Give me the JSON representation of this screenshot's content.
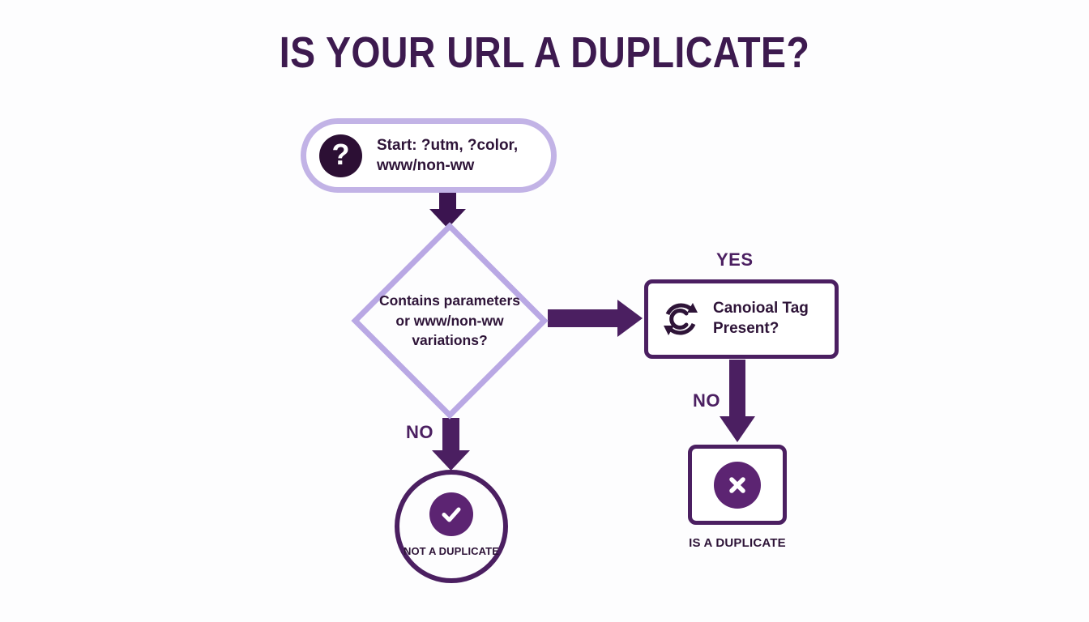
{
  "page": {
    "title": "IS YOUR URL A DUPLICATE?",
    "background_color": "#fdfdfe",
    "accent_dark": "#4b1f61",
    "accent_light": "#b9a8e4",
    "ink": "#2e1438"
  },
  "flowchart": {
    "type": "decision-flowchart",
    "nodes": {
      "start": {
        "id": "start",
        "shape": "pill",
        "icon": "question-mark-icon",
        "text": "Start: ?utm, ?color, www/non-ww",
        "line1": "Start: ?utm, ?color,",
        "line2": "www/non-ww",
        "border_color": "#c2b3e6"
      },
      "decision": {
        "id": "decision",
        "shape": "diamond",
        "text": "Contains parameters or www/non-ww variations?",
        "border_color": "#b9a8e4"
      },
      "canonical": {
        "id": "canonical",
        "shape": "rounded-rect",
        "icon": "sync-refresh-icon",
        "text": "Canoioal Tag Present?",
        "line1": "Canoioal Tag",
        "line2": "Present?",
        "border_color": "#4b1f61"
      },
      "not_duplicate": {
        "id": "not_duplicate",
        "shape": "circle",
        "icon": "check-circle-icon",
        "label": "NOT A DUPLICATE",
        "border_color": "#4b1f61"
      },
      "is_duplicate": {
        "id": "is_duplicate",
        "shape": "rounded-rect",
        "icon": "x-circle-icon",
        "label": "IS A DUPLICATE",
        "border_color": "#4b1f61"
      }
    },
    "edges": [
      {
        "from": "start",
        "to": "decision",
        "label": "",
        "direction": "down"
      },
      {
        "from": "decision",
        "to": "canonical",
        "label": "YES",
        "direction": "right"
      },
      {
        "from": "decision",
        "to": "not_duplicate",
        "label": "NO",
        "direction": "down"
      },
      {
        "from": "canonical",
        "to": "is_duplicate",
        "label": "NO",
        "direction": "down"
      }
    ],
    "edge_labels": {
      "yes": "YES",
      "no_left": "NO",
      "no_right": "NO"
    }
  }
}
